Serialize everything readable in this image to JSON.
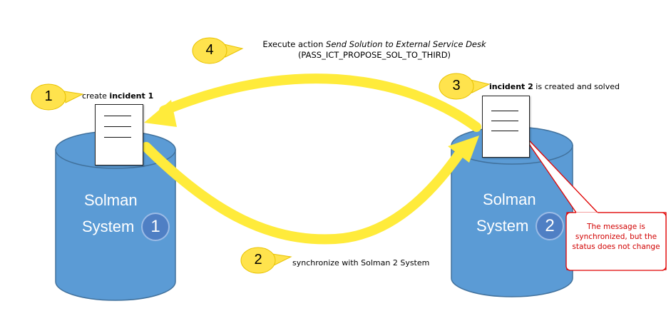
{
  "header": {
    "line1_prefix": "Execute action ",
    "line1_italic": "Send Solution to External Service Desk",
    "line2": "(PASS_ICT_PROPOSE_SOL_TO_THIRD)"
  },
  "steps": [
    {
      "number": "1",
      "prefix": "create ",
      "bold": "incident 1",
      "suffix": ""
    },
    {
      "number": "2",
      "prefix": "synchronize with Solman 2 System",
      "bold": "",
      "suffix": ""
    },
    {
      "number": "3",
      "prefix": "",
      "bold": "incident 2",
      "suffix": " is created and solved"
    },
    {
      "number": "4",
      "prefix": "",
      "bold": "",
      "suffix": ""
    }
  ],
  "systems": [
    {
      "line1": "Solman",
      "line2": "System",
      "number": "1"
    },
    {
      "line1": "Solman",
      "line2": "System",
      "number": "2"
    }
  ],
  "callout": {
    "text": "The message is synchronized, but the status does not change"
  },
  "colors": {
    "cylinder_fill": "#5b9bd5",
    "cylinder_stroke": "#41719c",
    "arrow": "#ffeb3b",
    "step_bubble": "#ffe34d",
    "callout_border": "#e00000",
    "callout_text": "#d10000"
  }
}
